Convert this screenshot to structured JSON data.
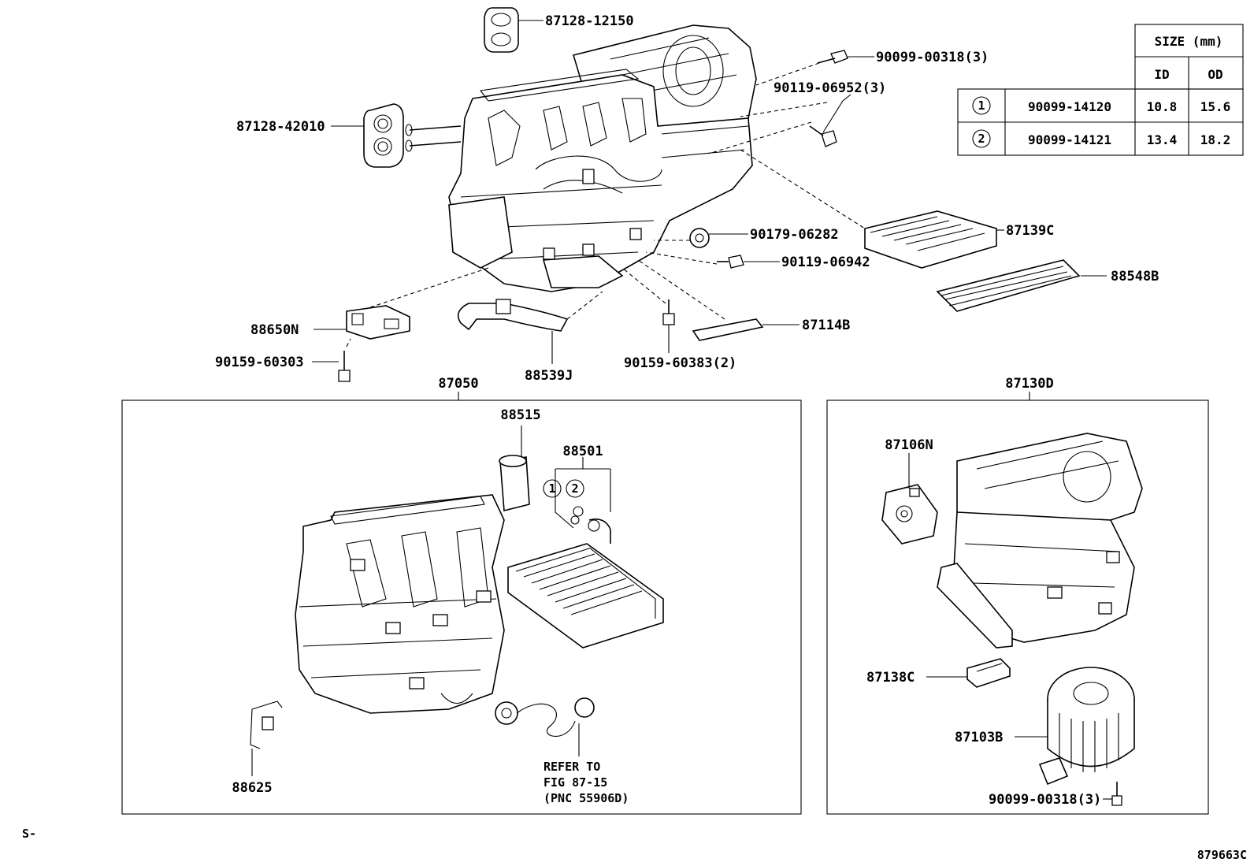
{
  "table": {
    "header_size": "SIZE (mm)",
    "header_id": "ID",
    "header_od": "OD",
    "rows": [
      {
        "num": "1",
        "part": "90099-14120",
        "id": "10.8",
        "od": "15.6"
      },
      {
        "num": "2",
        "part": "90099-14121",
        "id": "13.4",
        "od": "18.2"
      }
    ]
  },
  "labels": {
    "p87128_12150": "87128-12150",
    "p90099_00318_top": "90099-00318(3)",
    "p90119_06952": "90119-06952(3)",
    "p87128_42010": "87128-42010",
    "p87139c": "87139C",
    "p90179_06282": "90179-06282",
    "p90119_06942": "90119-06942",
    "p88548b": "88548B",
    "p88650n": "88650N",
    "p87114b": "87114B",
    "p90159_60303": "90159-60303",
    "p88539j": "88539J",
    "p90159_60383": "90159-60383(2)",
    "p87050": "87050",
    "p87130d": "87130D",
    "p88515": "88515",
    "p88501": "88501",
    "callout_1": "1",
    "callout_2": "2",
    "p87106n": "87106N",
    "p87138c": "87138C",
    "p87103b": "87103B",
    "p90099_00318_bot": "90099-00318(3)",
    "p88625": "88625",
    "refer_line1": "REFER TO",
    "refer_line2": "FIG 87-15",
    "refer_line3": "(PNC 55906D)",
    "corner_left": "S-",
    "figure_id": "879663C"
  }
}
